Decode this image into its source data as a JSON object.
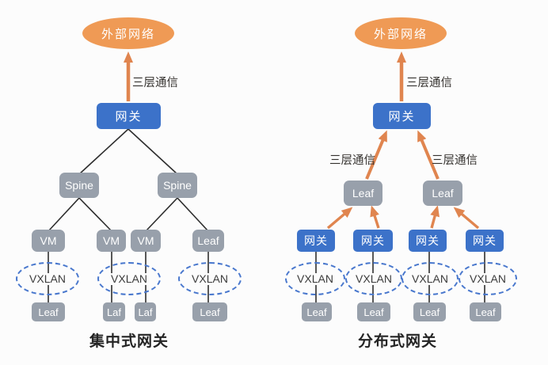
{
  "diagram": {
    "left": {
      "caption": "集中式网关",
      "external_network": "外部网络",
      "l3_label": "三层通信",
      "gateway": "网关",
      "spines": [
        "Spine",
        "Spine"
      ],
      "hosts": [
        "VM",
        "VM",
        "VM",
        "Leaf"
      ],
      "vxlans": [
        "VXLAN",
        "VXLAN",
        "VXLAN"
      ],
      "leaves": [
        "Leaf",
        "Laf",
        "Laf",
        "Leaf"
      ]
    },
    "right": {
      "caption": "分布式网关",
      "external_network": "外部网络",
      "l3_top_label": "三层通信",
      "l3_left_label": "三层通信",
      "l3_right_label": "三层通信",
      "gateway_top": "网关",
      "leaf_switches": [
        "Leaf",
        "Leaf"
      ],
      "gateways": [
        "网关",
        "网关",
        "网关",
        "网关"
      ],
      "vxlans": [
        "VXLAN",
        "VXLAN",
        "VXLAN",
        "VXLAN"
      ],
      "leaves": [
        "Leaf",
        "Leaf",
        "Leaf",
        "Leaf"
      ]
    },
    "colors": {
      "external_ellipse": "#EF9A55",
      "arrow_orange": "#E0854F",
      "gateway_blue": "#3C72C9",
      "node_gray": "#98A0AB",
      "vxlan_dashed_blue": "#4877CD",
      "connector_line": "#2E2E2E"
    }
  }
}
